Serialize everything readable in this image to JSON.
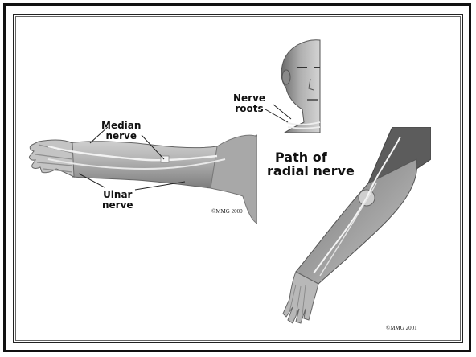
{
  "labels": {
    "median_nerve": [
      "Median",
      "nerve"
    ],
    "ulnar_nerve": [
      "Ulnar",
      "nerve"
    ],
    "nerve_roots": [
      "Nerve",
      "roots"
    ],
    "path_radial": [
      "Path of",
      "radial nerve"
    ]
  },
  "copyrights": {
    "arm": "©MMG 2000",
    "radial": "©MMG 2001"
  }
}
